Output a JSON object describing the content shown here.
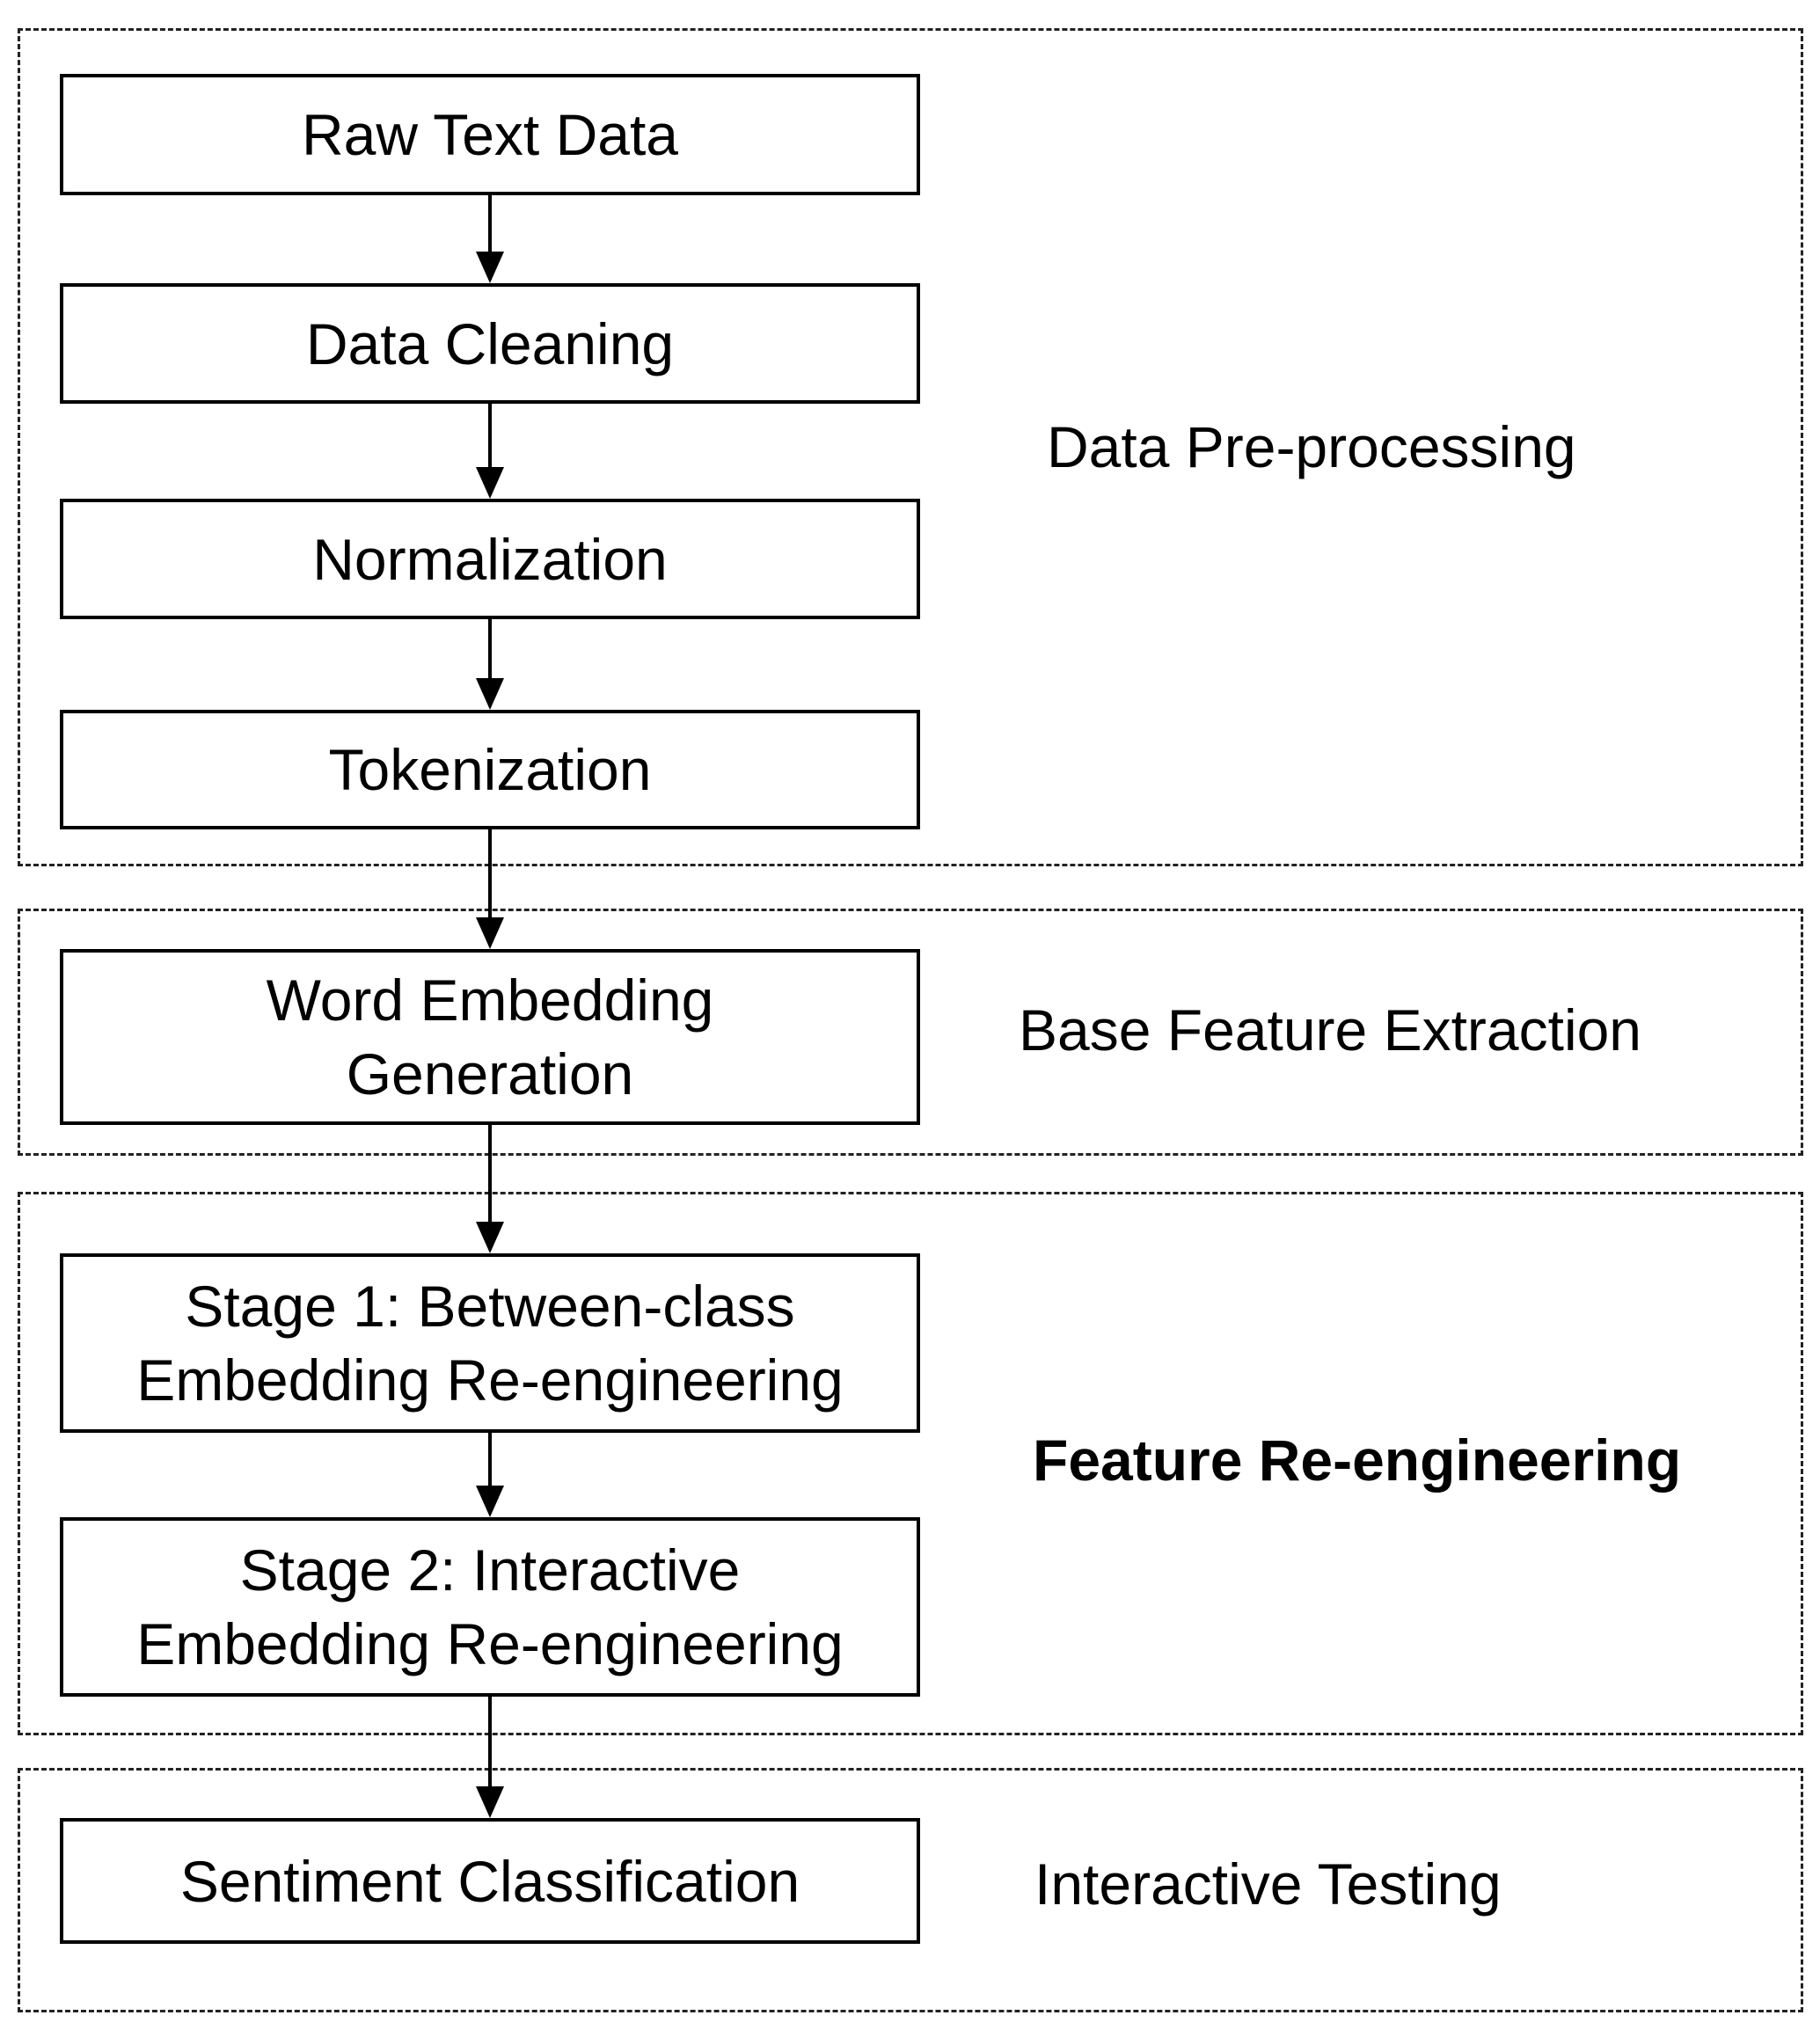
{
  "groups": [
    {
      "id": "preprocessing",
      "label": "Data Pre-processing",
      "bold": false
    },
    {
      "id": "base",
      "label": "Base Feature Extraction",
      "bold": false
    },
    {
      "id": "reengineering",
      "label": "Feature Re-engineering",
      "bold": true
    },
    {
      "id": "testing",
      "label": "Interactive Testing",
      "bold": false
    }
  ],
  "steps": [
    {
      "lines": [
        "Raw Text Data"
      ]
    },
    {
      "lines": [
        "Data Cleaning"
      ]
    },
    {
      "lines": [
        "Normalization"
      ]
    },
    {
      "lines": [
        "Tokenization"
      ]
    },
    {
      "lines": [
        "Word Embedding",
        "Generation"
      ]
    },
    {
      "lines": [
        "Stage 1: Between-class",
        "Embedding Re-engineering"
      ]
    },
    {
      "lines": [
        "Stage 2: Interactive",
        "Embedding Re-engineering"
      ]
    },
    {
      "lines": [
        "Sentiment Classification"
      ]
    }
  ],
  "edges": [
    [
      0,
      1
    ],
    [
      1,
      2
    ],
    [
      2,
      3
    ],
    [
      3,
      4
    ],
    [
      4,
      5
    ],
    [
      5,
      6
    ],
    [
      6,
      7
    ]
  ]
}
